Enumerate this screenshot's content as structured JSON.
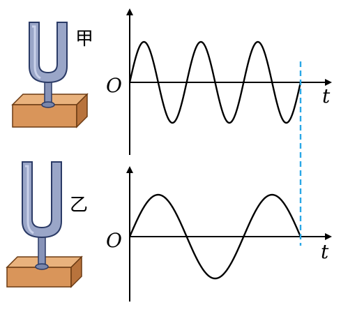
{
  "panels": [
    {
      "fork_label": "甲",
      "origin_label": "O",
      "axis_label": "t",
      "wave": {
        "cycles": 3,
        "amplitude": 1
      }
    },
    {
      "fork_label": "乙",
      "origin_label": "O",
      "axis_label": "t",
      "wave": {
        "cycles": 1.5,
        "amplitude": 1
      }
    }
  ],
  "colors": {
    "fork_body": "#9aa6c8",
    "fork_edge": "#2a3a66",
    "base": "#d9955a",
    "base_edge": "#6b3a12",
    "dashed": "#2aa7e6",
    "ink": "#000000"
  }
}
